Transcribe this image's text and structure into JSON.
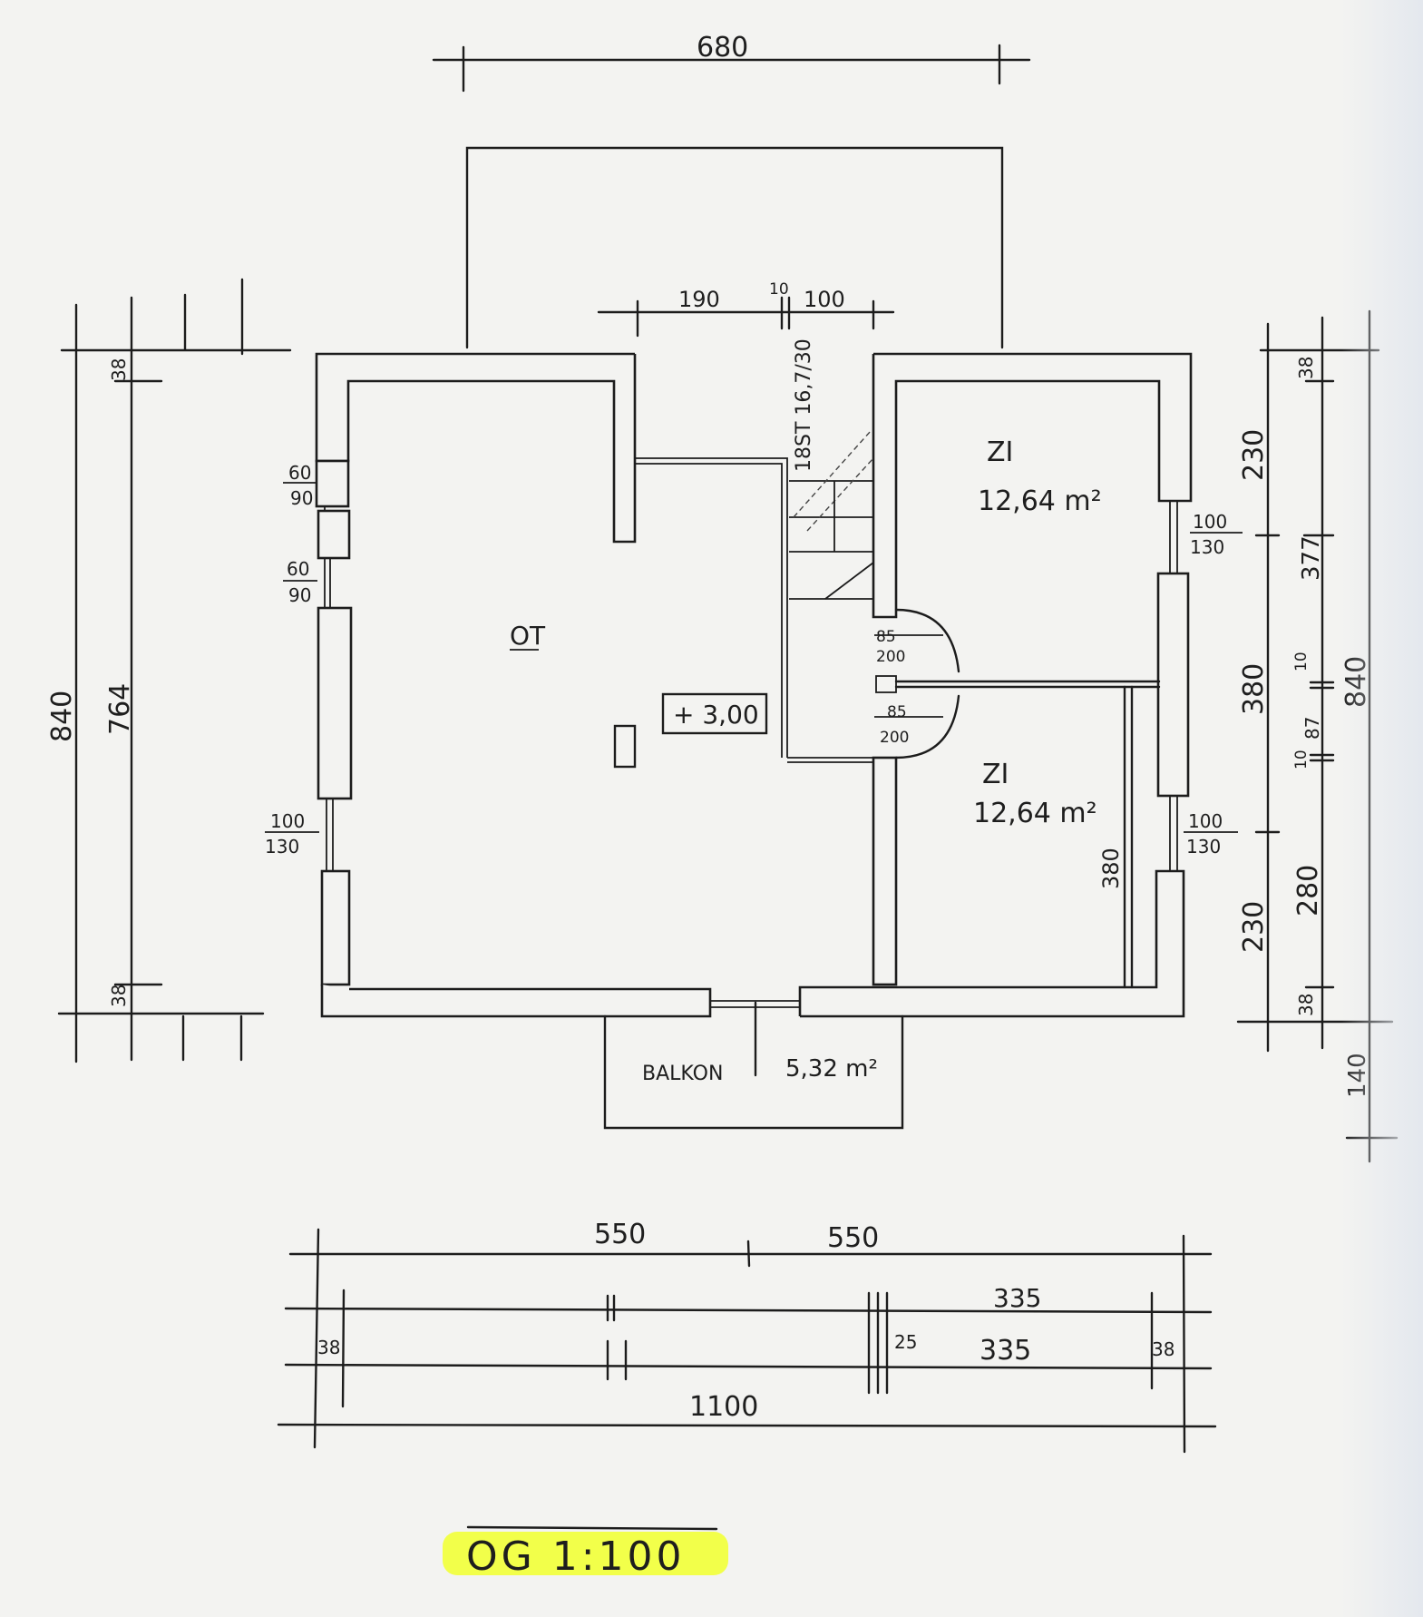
{
  "top_dims": {
    "overall_width": "680",
    "stair_left": "190",
    "stair_gap": "10",
    "stair_right": "100"
  },
  "stair_label": "18ST 16,7/30",
  "rooms": {
    "living_label": "OT",
    "level_mark": "+ 3,00",
    "room1_name": "ZI",
    "room1_area": "12,64 m²",
    "room2_name": "ZI",
    "room2_area": "12,64 m²",
    "room2_depth": "380",
    "balcony_label": "BALKON",
    "balcony_area": "5,32 m²"
  },
  "left_dims": {
    "total": "840",
    "inner": "764",
    "wall_top": "38",
    "wall_bottom": "38",
    "win1_w": "60",
    "win1_h": "90",
    "win2_w": "60",
    "win2_h": "90",
    "win3_w": "100",
    "win3_h": "130"
  },
  "right_dims": {
    "top_wall": "38",
    "seg1": "230",
    "win_top_w": "100",
    "win_top_h": "130",
    "seg2": "380",
    "seg3": "230",
    "win_bot_w": "100",
    "win_bot_h": "130",
    "bottom_wall": "38",
    "inner1": "377",
    "partition1": "10",
    "mid": "87",
    "partition2": "10",
    "inner2": "280",
    "total": "840",
    "balcony": "140"
  },
  "doors": {
    "d1_w": "85",
    "d1_h": "200",
    "d2_w": "85",
    "d2_h": "200"
  },
  "bottom_dims": {
    "half_left": "550",
    "half_right": "550",
    "row1_right": "335",
    "wall_left": "38",
    "partition": "25",
    "row2_right": "335",
    "wall_right": "38",
    "total": "1100"
  },
  "title": "OG  1:100",
  "colors": {
    "ink": "#1c1c1c",
    "paper": "#f3f3f1",
    "highlight": "#f2ff4a"
  }
}
